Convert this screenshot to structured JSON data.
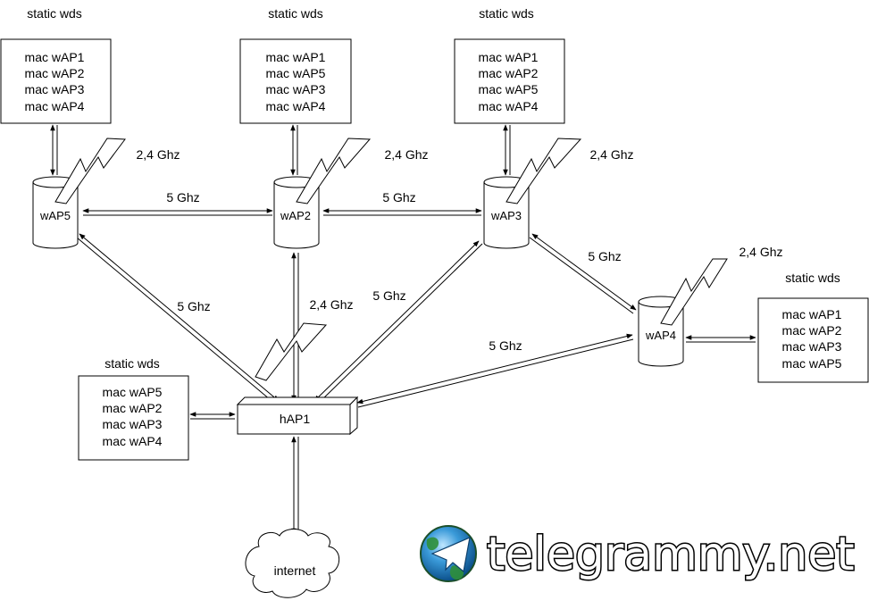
{
  "wds_boxes": [
    {
      "id": "wap5",
      "title": "static wds",
      "macs": [
        "mac wAP1",
        "mac wAP2",
        "mac wAP3",
        "mac wAP4"
      ]
    },
    {
      "id": "wap2",
      "title": "static wds",
      "macs": [
        "mac wAP1",
        "mac wAP5",
        "mac wAP3",
        "mac wAP4"
      ]
    },
    {
      "id": "wap3",
      "title": "static wds",
      "macs": [
        "mac wAP1",
        "mac wAP2",
        "mac wAP5",
        "mac wAP4"
      ]
    },
    {
      "id": "wap4",
      "title": "static wds",
      "macs": [
        "mac wAP1",
        "mac wAP2",
        "mac wAP3",
        "mac wAP5"
      ]
    },
    {
      "id": "hap1",
      "title": "static wds",
      "macs": [
        "mac wAP5",
        "mac wAP2",
        "mac wAP3",
        "mac wAP4"
      ]
    }
  ],
  "nodes": {
    "wap5": "wAP5",
    "wap2": "wAP2",
    "wap3": "wAP3",
    "wap4": "wAP4",
    "hap1": "hAP1",
    "internet": "internet"
  },
  "links": {
    "wap5_wap2": "5 Ghz",
    "wap2_wap3": "5 Ghz",
    "wap3_wap4": "5 Ghz",
    "wap5_hap1": "5 Ghz",
    "wap3_hap1": "5 Ghz",
    "wap4_hap1": "5 Ghz",
    "wap2_hap1": "2,4 Ghz"
  },
  "radio_labels": {
    "wap5": "2,4 Ghz",
    "wap2": "2,4 Ghz",
    "wap3": "2,4 Ghz",
    "wap4": "2,4 Ghz"
  },
  "watermark": {
    "text": "telegrammy.net",
    "logo": "telegram-globe-icon"
  }
}
